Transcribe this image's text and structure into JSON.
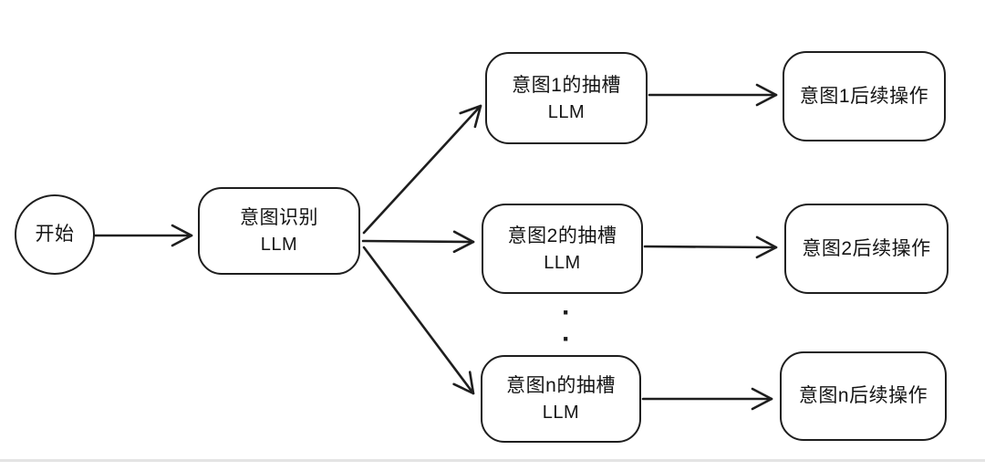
{
  "diagram": {
    "title_semantic": "intent-routing-llm-flowchart",
    "colors": {
      "background": "#ffffff",
      "stroke": "#1e1e1e",
      "text": "#141414"
    },
    "start_node": {
      "label": "开始"
    },
    "intent_node": {
      "title": "意图识别",
      "subtitle": "LLM"
    },
    "rows": [
      {
        "id": "1",
        "slot_title": "意图1的抽槽",
        "slot_subtitle": "LLM",
        "followup_label": "意图1后续操作"
      },
      {
        "id": "2",
        "slot_title": "意图2的抽槽",
        "slot_subtitle": "LLM",
        "followup_label": "意图2后续操作"
      },
      {
        "id": "n",
        "slot_title": "意图n的抽槽",
        "slot_subtitle": "LLM",
        "followup_label": "意图n后续操作"
      }
    ],
    "ellipsis": [
      "·",
      "·"
    ]
  }
}
